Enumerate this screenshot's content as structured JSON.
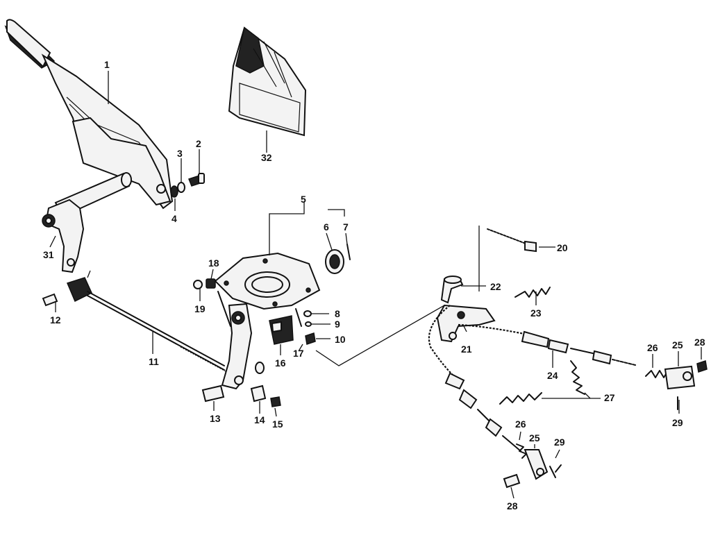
{
  "diagram": {
    "labels": {
      "p1": "1",
      "p2": "2",
      "p3": "3",
      "p4": "4",
      "p5": "5",
      "p6": "6",
      "p7": "7",
      "p8": "8",
      "p9": "9",
      "p10": "10",
      "p11": "11",
      "p12": "12",
      "p13": "13",
      "p14": "14",
      "p15": "15",
      "p16": "16",
      "p17": "17",
      "p18": "18",
      "p19": "19",
      "p20": "20",
      "p21": "21",
      "p22": "22",
      "p23": "23",
      "p24": "24",
      "p25a": "25",
      "p25b": "25",
      "p26a": "26",
      "p26b": "26",
      "p27": "27",
      "p28a": "28",
      "p28b": "28",
      "p29a": "29",
      "p29b": "29",
      "p31": "31",
      "p32": "32"
    }
  }
}
